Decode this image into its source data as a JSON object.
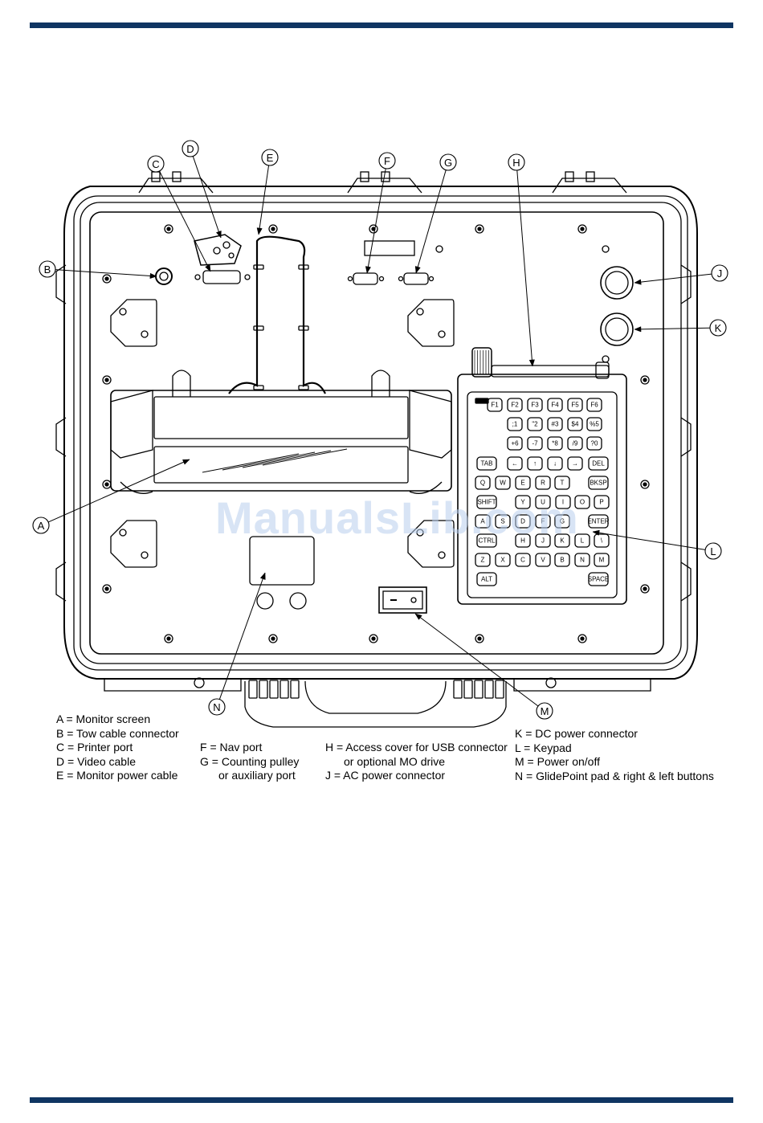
{
  "colors": {
    "rule": "#0f3562",
    "line": "#000000",
    "watermark": "#b9cfee"
  },
  "watermark": "ManualsLib.com",
  "callouts": [
    "A",
    "B",
    "C",
    "D",
    "E",
    "F",
    "G",
    "H",
    "J",
    "K",
    "L",
    "M",
    "N"
  ],
  "keypad": {
    "rows": [
      [
        "F1",
        "F2",
        "F3",
        "F4",
        "F5",
        "F6"
      ],
      [
        ";1",
        "\"2",
        "#3",
        "$4",
        "%5"
      ],
      [
        "+6",
        "-7",
        "*8",
        "/9",
        "?0"
      ],
      [
        "TAB",
        "←",
        "↑",
        "↓",
        "→",
        "DEL"
      ],
      [
        "Q",
        "W",
        "E",
        "R",
        "T",
        "BKSP"
      ],
      [
        "SHIFT",
        "Y",
        "U",
        "I",
        "O",
        "P"
      ],
      [
        "A",
        "S",
        "D",
        "F",
        "G",
        "ENTER"
      ],
      [
        "CTRL",
        "H",
        "J",
        "K",
        "L",
        "\\"
      ],
      [
        "Z",
        "X",
        "C",
        "V",
        "B",
        "N",
        "M"
      ],
      [
        "ALT",
        "SPACE"
      ]
    ]
  },
  "legend": {
    "col1": [
      "A = Monitor screen",
      "B = Tow cable connector",
      "C = Printer port",
      "D = Video cable",
      "E = Monitor power cable"
    ],
    "col2": [
      "F = Nav port",
      "G = Counting pulley",
      "or auxiliary port"
    ],
    "col3": [
      "H = Access cover for USB connector",
      "or optional MO drive",
      "J = AC power connector"
    ],
    "col4": [
      "K = DC power connector",
      "L = Keypad",
      "M = Power on/off",
      "N = GlidePoint pad & right & left buttons"
    ]
  }
}
